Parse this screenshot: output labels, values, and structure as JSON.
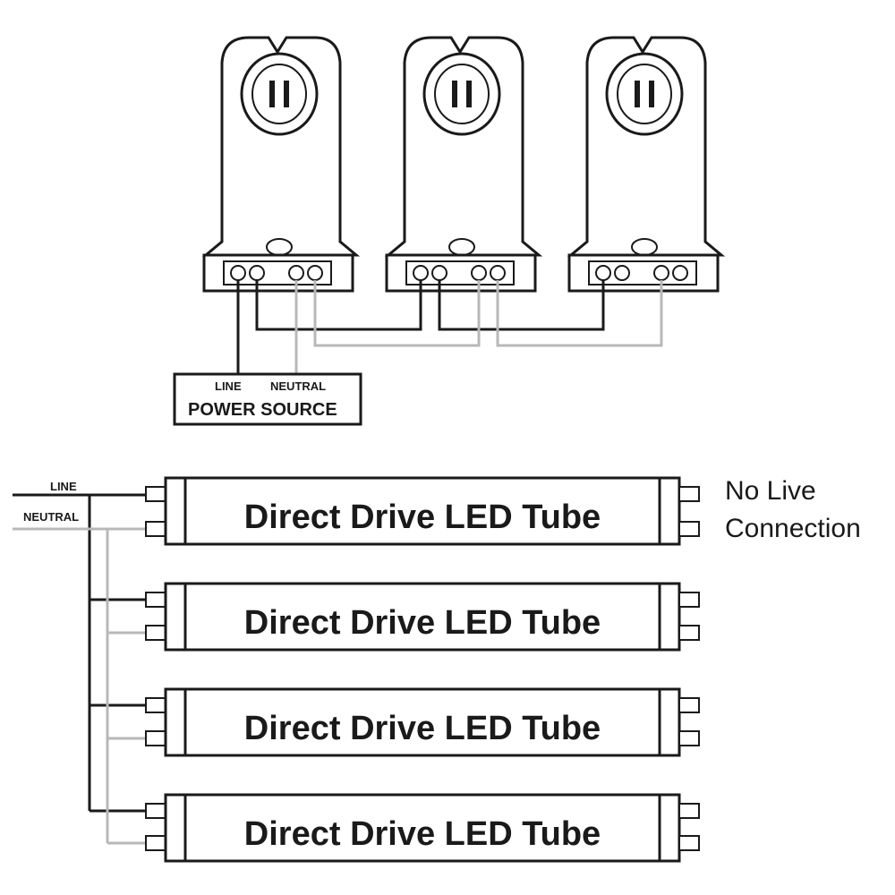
{
  "power_source": {
    "line_label": "LINE",
    "neutral_label": "NEUTRAL",
    "title": "POWER SOURCE"
  },
  "wiring": {
    "line_label": "LINE",
    "neutral_label": "NEUTRAL",
    "line_color": "#1a1a1a",
    "neutral_color": "#b8b8b8"
  },
  "tubes": [
    {
      "label": "Direct Drive LED Tube"
    },
    {
      "label": "Direct Drive LED Tube"
    },
    {
      "label": "Direct Drive LED Tube"
    },
    {
      "label": "Direct Drive LED Tube"
    }
  ],
  "annotation": {
    "line1": "No Live",
    "line2": "Connection"
  },
  "sockets": [
    {
      "name": "socket-1"
    },
    {
      "name": "socket-2"
    },
    {
      "name": "socket-3"
    }
  ]
}
